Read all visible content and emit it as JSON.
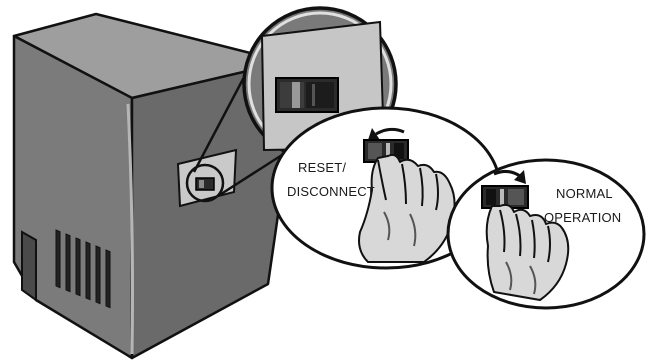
{
  "labels": {
    "reset_line1": "RESET/",
    "reset_line2": "DISCONNECT",
    "normal_line1": "NORMAL",
    "normal_line2": "OPERATION"
  }
}
